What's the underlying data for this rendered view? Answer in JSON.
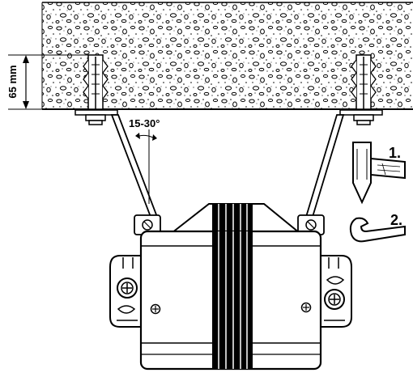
{
  "labels": {
    "depth": "65 mm",
    "angle": "15-30°",
    "step1": "1.",
    "step2": "2."
  },
  "icons": {
    "hammer": "hammer-icon",
    "wrench": "wrench-icon"
  }
}
